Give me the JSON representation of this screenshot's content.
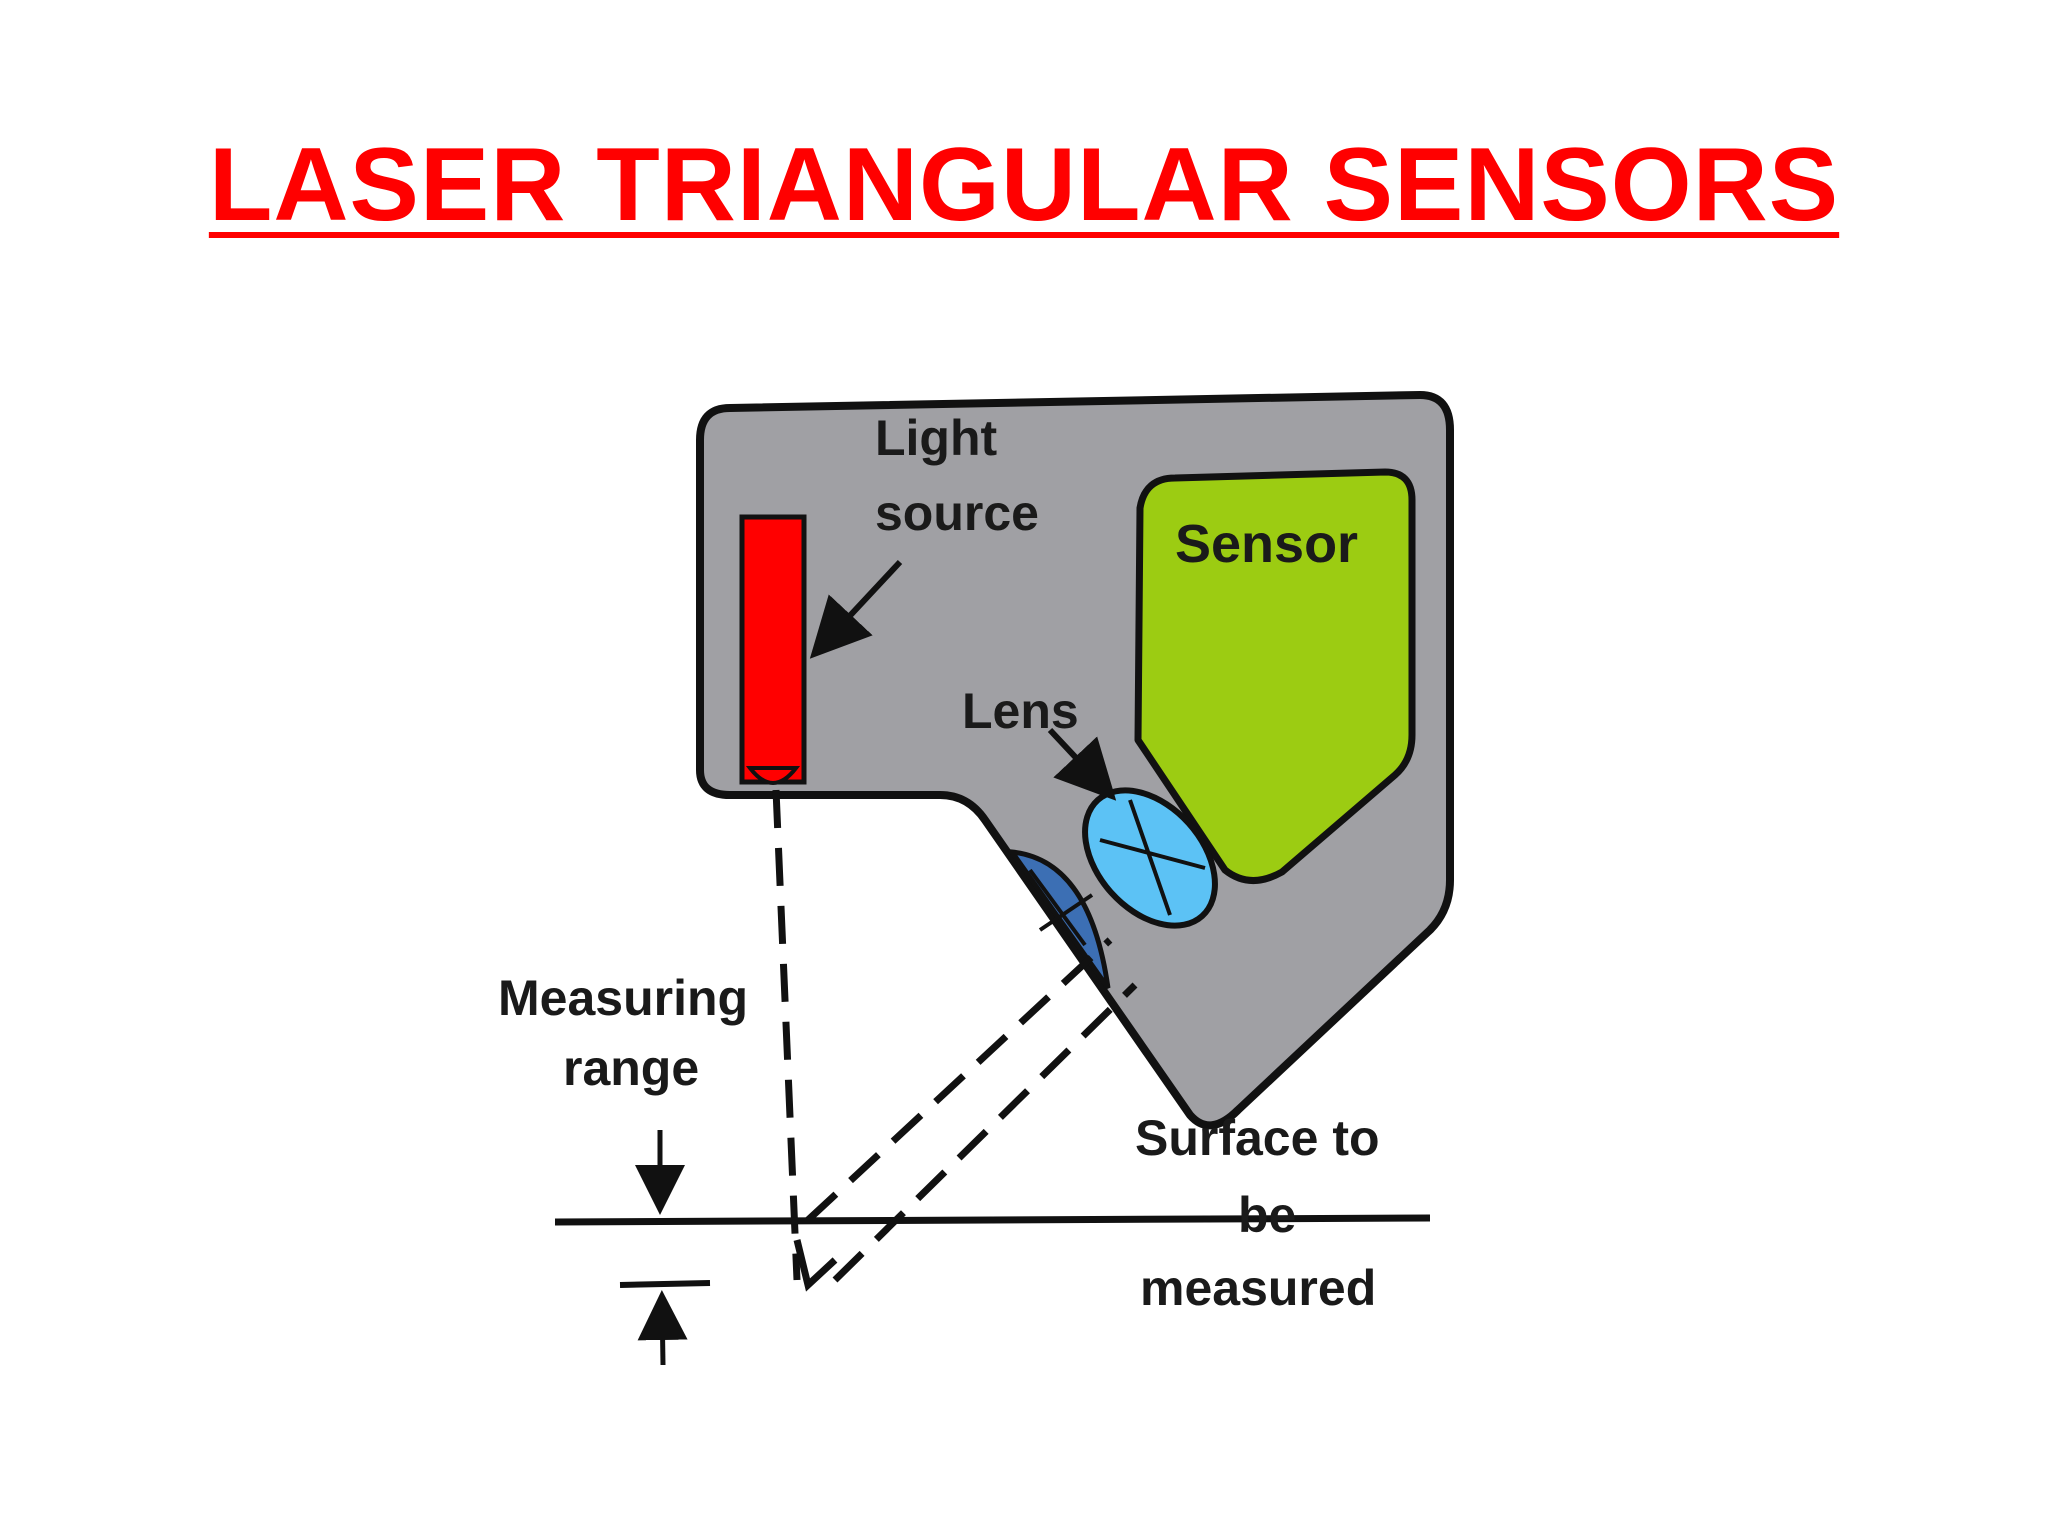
{
  "title": "LASER TRIANGULAR SENSORS",
  "colors": {
    "title": "#ff0000",
    "housing": "#a0a0a4",
    "sensor": "#9ccc12",
    "light_source": "#ff0000",
    "lens": "#5cc2f5",
    "window": "#3c6fb4",
    "outline": "#111111"
  },
  "labels": {
    "light_source_line1": "Light",
    "light_source_line2": "source",
    "sensor": "Sensor",
    "lens": "Lens",
    "measuring_range_line1": "Measuring",
    "measuring_range_line2": "range",
    "surface_line1": "Surface to",
    "surface_line2": "be",
    "surface_line3": "measured"
  }
}
